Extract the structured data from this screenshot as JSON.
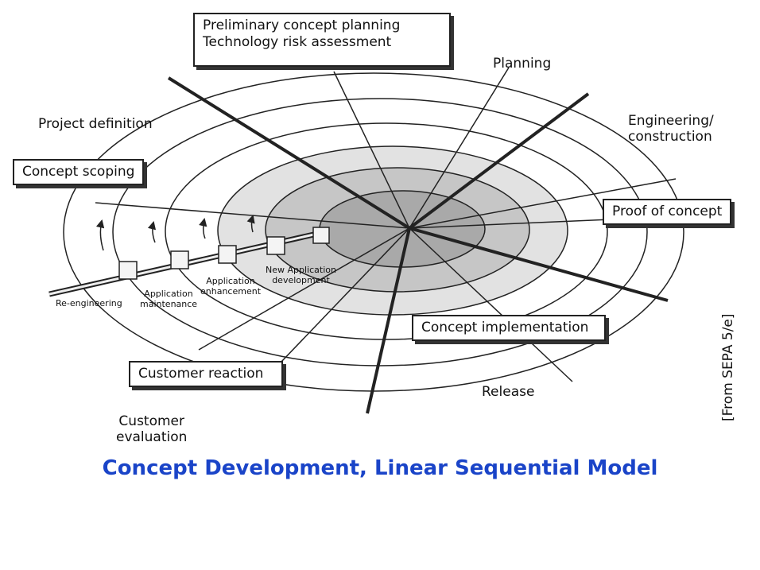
{
  "diagram": {
    "title": "Concept Development, Linear Sequential Model",
    "source_note": "[From SEPA 5/e]",
    "regions": {
      "planning_box": "Preliminary concept planning\nTechnology risk assessment",
      "planning": "Planning",
      "project_definition": "Project definition",
      "concept_scoping": "Concept scoping",
      "engineering_construction": "Engineering/\nconstruction",
      "proof_of_concept": "Proof of concept",
      "concept_implementation": "Concept implementation",
      "customer_reaction": "Customer reaction",
      "release": "Release",
      "customer_evaluation": "Customer\nevaluation"
    },
    "spiral_stages": [
      "Re-engineering",
      "Application\nmaintenance",
      "Application\nenhancement",
      "New Application\ndevelopment"
    ],
    "colors": {
      "title": "#1a44c8",
      "ring_dark": "#a9a9a9",
      "ring_mid": "#c6c6c6",
      "ring_light": "#e2e2e2",
      "line": "#222222"
    }
  }
}
